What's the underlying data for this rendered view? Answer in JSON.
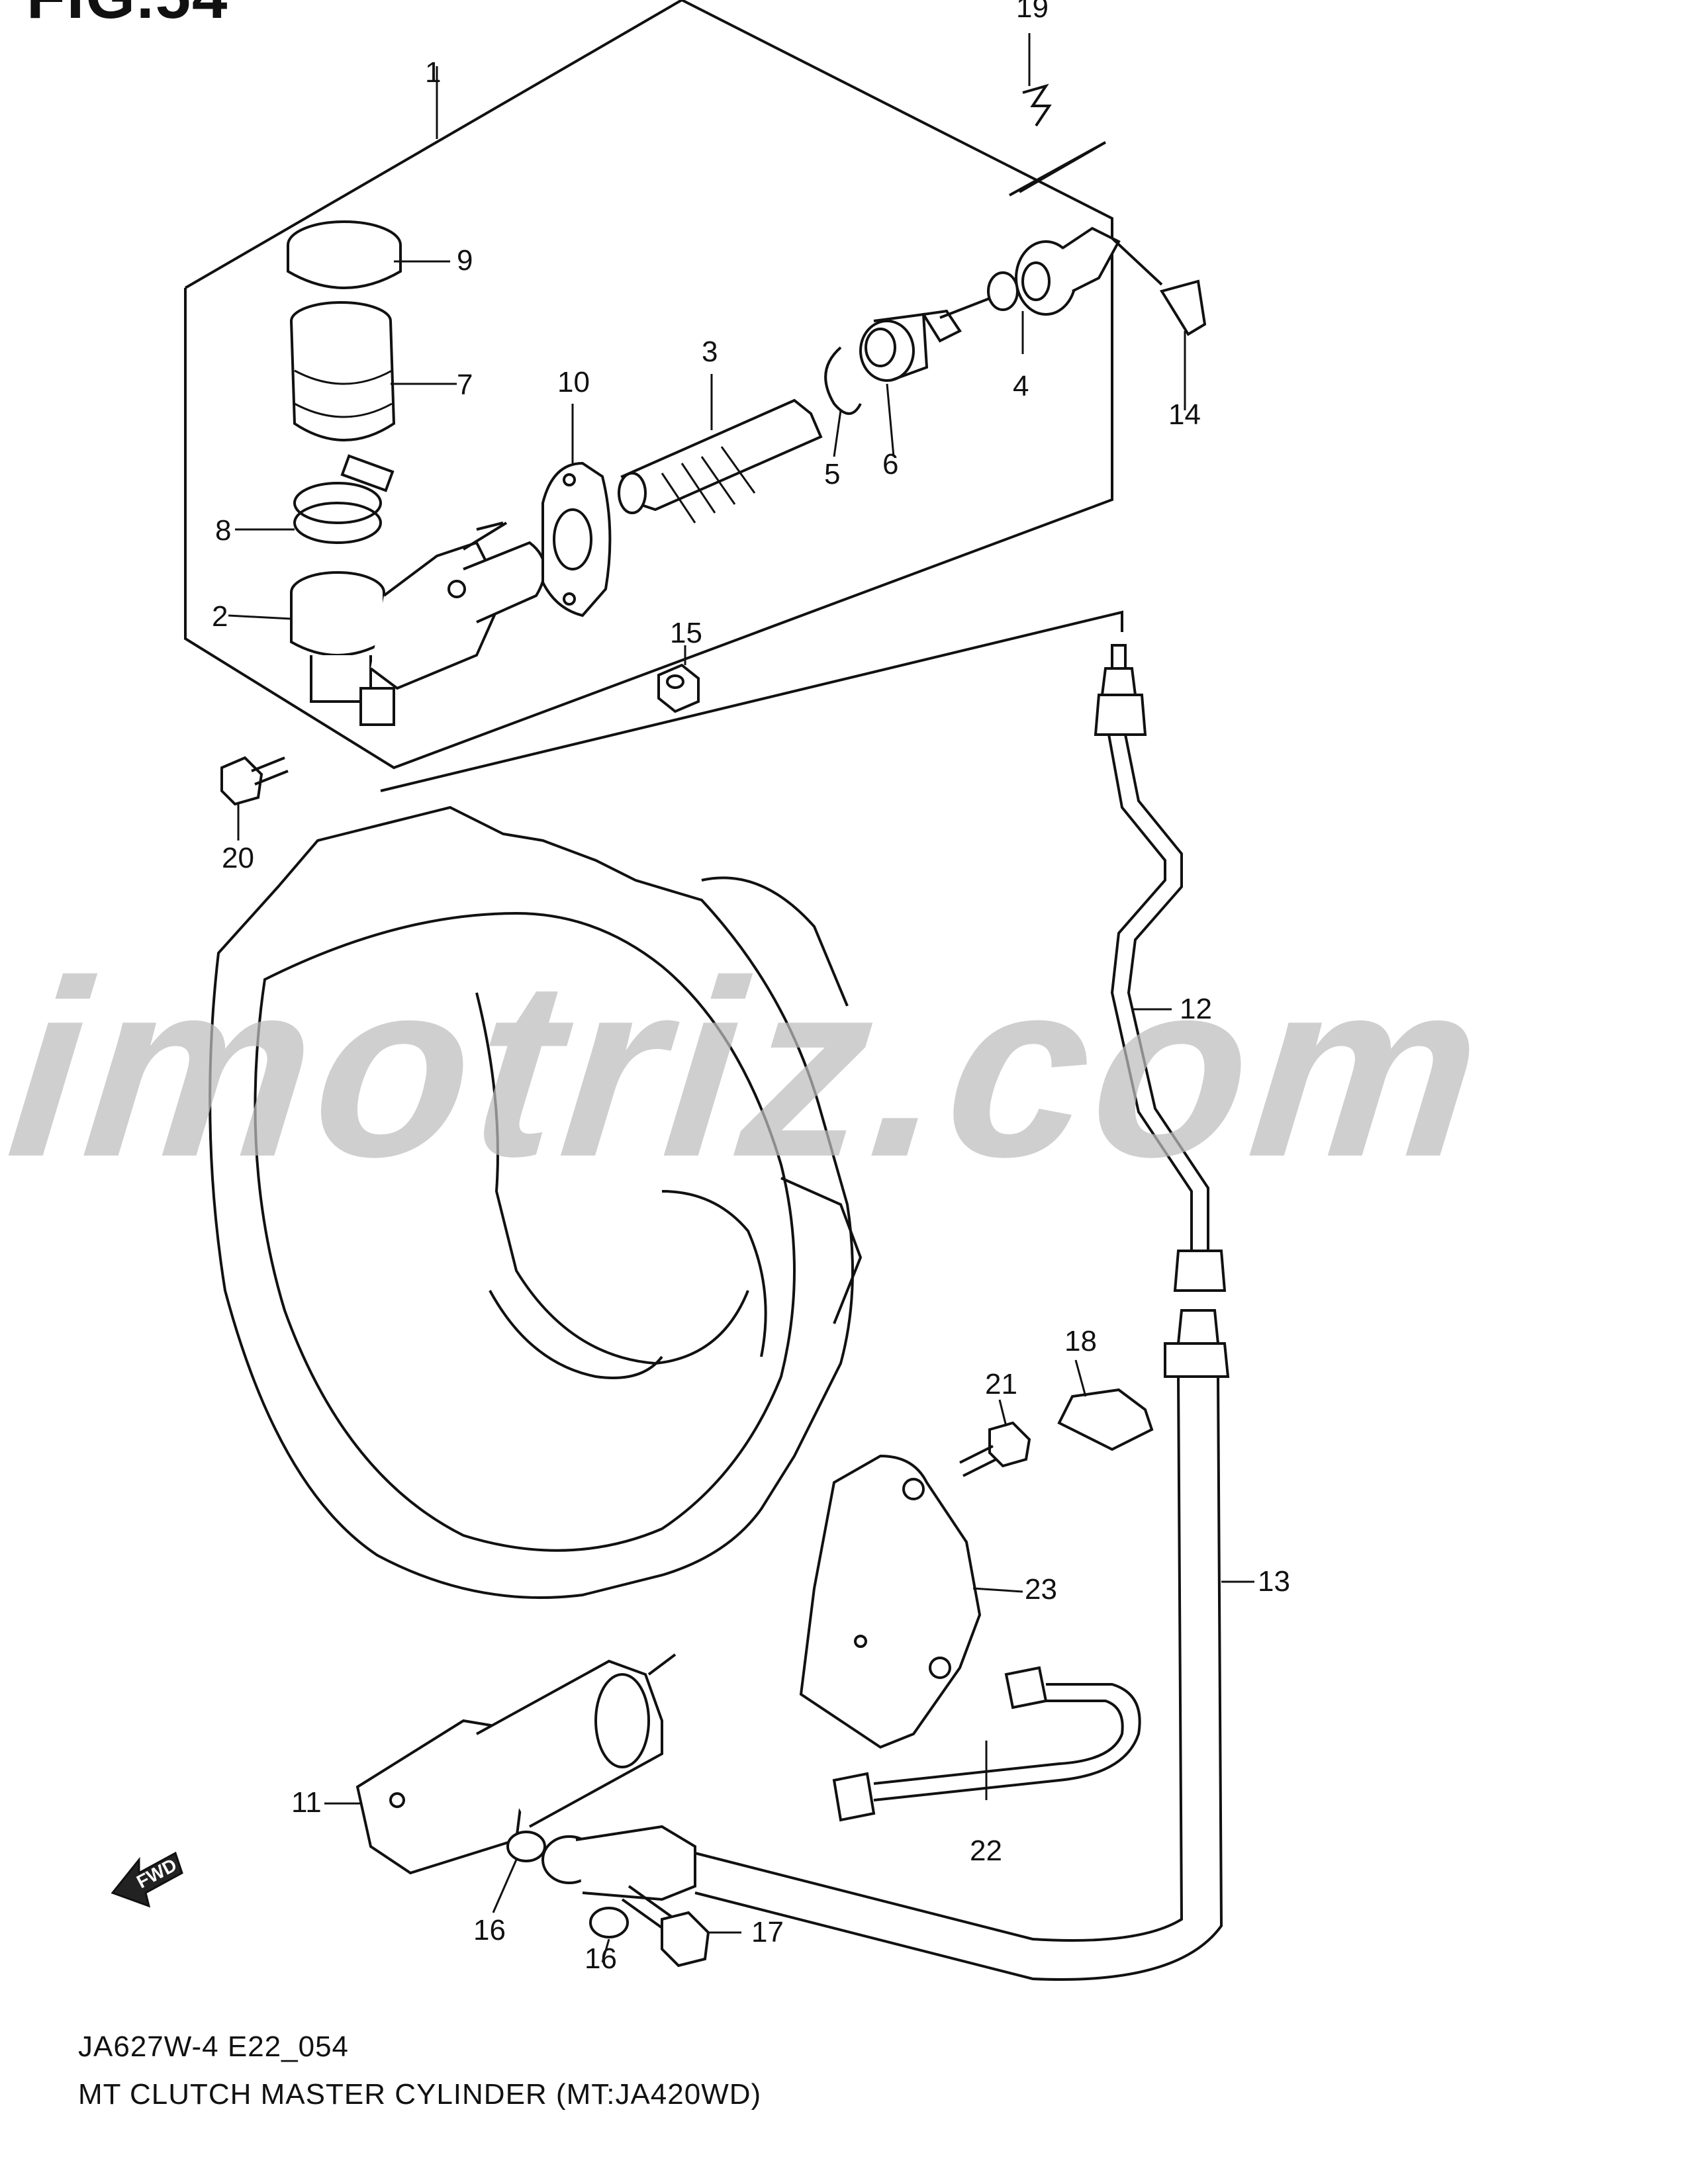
{
  "figure": {
    "title": "FIG.54"
  },
  "callouts": [
    "1",
    "2",
    "3",
    "4",
    "5",
    "6",
    "7",
    "8",
    "9",
    "10",
    "11",
    "12",
    "13",
    "14",
    "15",
    "16",
    "16",
    "17",
    "18",
    "19",
    "20",
    "21",
    "22",
    "23"
  ],
  "watermark": "imotriz.com",
  "fwd_label": "FWD",
  "footer": {
    "code": "JA627W-4 E22_054",
    "caption": "MT CLUTCH MASTER CYLINDER (MT:JA420WD)"
  }
}
